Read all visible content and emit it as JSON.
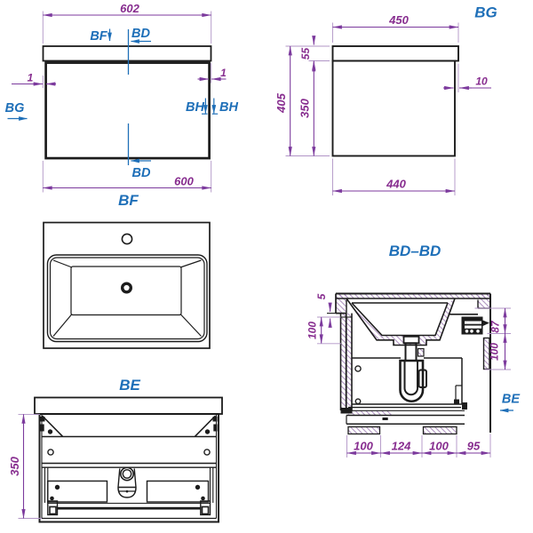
{
  "colors": {
    "outline": "#1c1c1c",
    "dimension": "#7c3a9d",
    "dimension_text": "#872d8f",
    "extension_line": "#b094c6",
    "view_label": "#1e6fb8",
    "hatch": "#a07fb5",
    "background": "#ffffff"
  },
  "front_view": {
    "title": "BF",
    "dim_overall_width": "602",
    "dim_body_width": "600",
    "dim_overhang_left": "1",
    "dim_overhang_right": "1",
    "marker_top_view": "BF",
    "marker_section_top": "BD",
    "marker_section_bottom": "BD",
    "marker_side_view": "BG",
    "marker_wall_section_left": "BH",
    "marker_wall_section_right": "BH"
  },
  "side_view": {
    "title": "BG",
    "dim_worktop_depth": "450",
    "dim_worktop_height": "55",
    "dim_total_height": "405",
    "dim_cabinet_height": "350",
    "dim_back_overhang": "10",
    "dim_cabinet_depth": "440"
  },
  "rear_view": {
    "title": "BE",
    "dim_cabinet_height": "350"
  },
  "section_view": {
    "title": "BD–BD",
    "dim_front_lip": "5",
    "dim_front_clearance": "100",
    "dim_bracket_drop": "87",
    "dim_back_panel_height": "100",
    "dim_bottom_seg1": "100",
    "dim_bottom_seg2": "124",
    "dim_bottom_seg3": "100",
    "dim_bottom_seg4": "95",
    "marker_rear_view": "BE"
  }
}
